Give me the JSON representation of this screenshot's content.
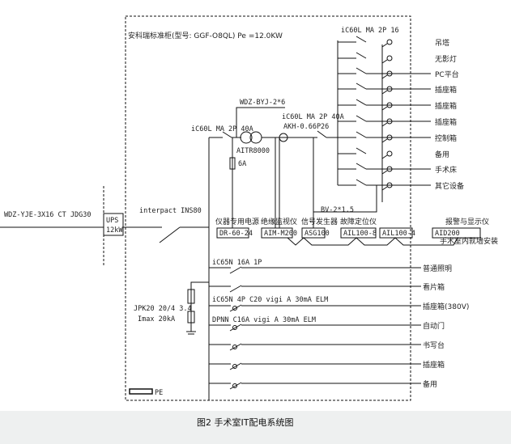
{
  "title": "安科瑞标准柜(型号: GGF-O8QL)   Pe =12.0KW",
  "feeder_cable": "WDZ-YJE-3X16 CT  JDG30",
  "ups": {
    "line1": "UPS",
    "line2": "12kW"
  },
  "main_breaker": "interpact INS80",
  "isolation_cable": "WDZ-BYJ-2*6",
  "input_breaker": "iC60L MA 2P 40A",
  "transformer": "AITR8000",
  "fuse": "6A",
  "output_breaker": "iC60L MA 2P 40A",
  "ct_model": "AKH-0.66P26",
  "branch_breaker": "iC60L MA 2P 16",
  "it_circuits": [
    "吊塔",
    "无影灯",
    "PC平台",
    "插座箱",
    "插座箱",
    "插座箱",
    "控制箱",
    "备用",
    "手术床",
    "其它设备"
  ],
  "signal_cable": "BV-2*1.5",
  "instruments": [
    {
      "label": "仪器专用电源",
      "model": "DR-60-24"
    },
    {
      "label": "绝缘监视仪",
      "model": "AIM-M200"
    },
    {
      "label": "信号发生器",
      "model": "ASG100"
    },
    {
      "label": "故障定位仪",
      "model": "AIL100-8"
    },
    {
      "label": "",
      "model": "AIL100-4"
    },
    {
      "label": "报警与显示仪",
      "model": "AID200"
    }
  ],
  "wall_mount_note": "手术室内就墙安装",
  "tn_breakers": [
    "iC65N 16A 1P",
    "iC65N 4P C20 vigi A 30mA ELM",
    "DPNN C16A vigi A 30mA ELM"
  ],
  "tn_circuits": [
    "普通照明",
    "看片箱",
    "插座箱(380V)",
    "自动门",
    "书写台",
    "插座箱",
    "备用"
  ],
  "spd": {
    "line1": "JPK20 20/4 3.4",
    "line2": "Imax 20kA"
  },
  "pe_label": "PE",
  "caption": "图2   手术室IT配电系统图"
}
